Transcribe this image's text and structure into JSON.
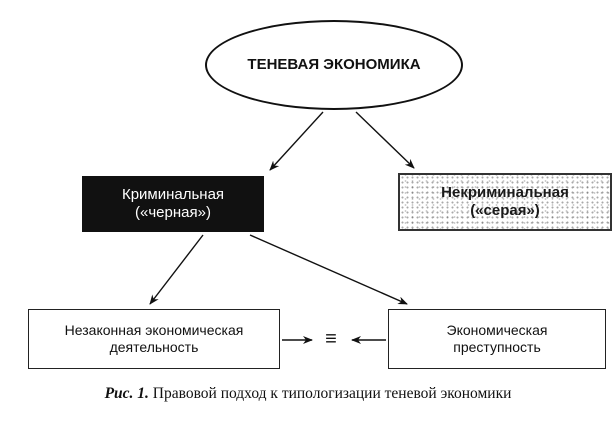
{
  "diagram": {
    "root": {
      "label": "ТЕНЕВАЯ ЭКОНОМИКА"
    },
    "criminal": {
      "line1": "Криминальная",
      "line2": "(«черная»)"
    },
    "noncriminal": {
      "line1": "Некриминальная",
      "line2": "(«серая»)"
    },
    "illegal_activity": {
      "line1": "Незаконная экономическая",
      "line2": "деятельность"
    },
    "economic_crime": {
      "line1": "Экономическая",
      "line2": "преступность"
    },
    "equivalence_symbol": "≡",
    "edges": [
      {
        "from": "root",
        "to": "criminal"
      },
      {
        "from": "root",
        "to": "noncriminal"
      },
      {
        "from": "criminal",
        "to": "illegal_activity"
      },
      {
        "from": "criminal",
        "to": "economic_crime"
      },
      {
        "from": "illegal_activity",
        "to": "equivalence_symbol"
      },
      {
        "from": "economic_crime",
        "to": "equivalence_symbol"
      }
    ]
  },
  "caption": {
    "label": "Рис. 1.",
    "text": "Правовой подход к типологизации теневой экономики"
  },
  "colors": {
    "ink": "#111111",
    "paper": "#ffffff",
    "gray_stipple": "#555555"
  }
}
